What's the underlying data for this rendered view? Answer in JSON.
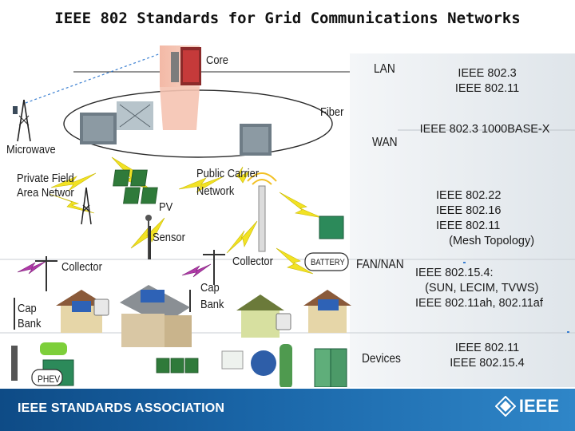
{
  "title": "IEEE 802 Standards for Grid Communications Networks",
  "tiers": {
    "lan": "LAN",
    "wan": "WAN",
    "fan_nan": "FAN/NAN",
    "devices": "Devices"
  },
  "labels": {
    "core": "Core",
    "fiber": "Fiber",
    "microwave": "Microwave",
    "private_field_1": "Private Field",
    "private_field_2": "Area Networ",
    "public_carrier_1": "Public Carrier",
    "public_carrier_2": "Network",
    "pv": "PV",
    "sensor": "Sensor",
    "collector_left": "Collector",
    "collector_right": "Collector",
    "battery": "BATTERY",
    "cap_bank_left_1": "Cap",
    "cap_bank_left_2": "Bank",
    "cap_bank_mid_1": "Cap",
    "cap_bank_mid_2": "Bank",
    "phev": "PHEV"
  },
  "standards": {
    "lan": [
      "IEEE 802.3",
      "IEEE 802.11"
    ],
    "wan": [
      "IEEE 802.3 1000BASE-X"
    ],
    "fan": [
      "IEEE 802.22",
      "IEEE 802.16",
      "IEEE 802.11",
      "    (Mesh Topology)"
    ],
    "nan": [
      "IEEE 802.15.4:",
      "   (SUN, LECIM, TVWS)",
      "IEEE 802.11ah, 802.11af"
    ],
    "devices": [
      "IEEE 802.11",
      "IEEE 802.15.4"
    ]
  },
  "footer": {
    "association": "IEEE STANDARDS ASSOCIATION",
    "logo": "IEEE"
  },
  "colors": {
    "footer": "#1a66a8",
    "lightning": "#f2e224",
    "lightning_purple": "#b03aa8",
    "panel": "#eef2f6"
  },
  "icons": [
    "ieee-diamond-logo-icon"
  ]
}
